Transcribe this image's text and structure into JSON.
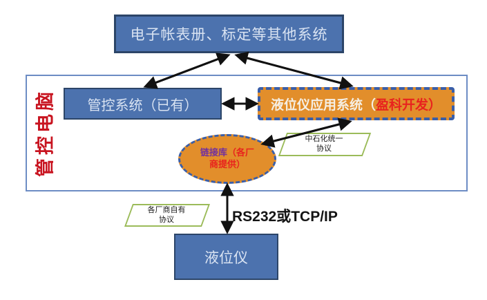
{
  "nodes": {
    "top_system": "电子帐表册、标定等其他系统",
    "computer_label": "管控电脑",
    "control_system": "管控系统（已有）",
    "app_system_prefix": "液位仪应用系统（",
    "app_system_highlight": "盈科开发）",
    "library_name": "链接库",
    "library_note_line1": "（各厂",
    "library_note_line2": "商提供）",
    "protocol_unified_line1": "中石化统一",
    "protocol_unified_line2": "协议",
    "protocol_vendor_line1": "各厂商自有",
    "protocol_vendor_line2": "协议",
    "gauge": "液位仪",
    "connection": "RS232或TCP/IP"
  },
  "colors": {
    "box_blue_fill": "#4C72AE",
    "box_blue_border": "#2C4568",
    "outer_rect_border": "#6C8CC4",
    "orange_fill": "#E28E2B",
    "dashed_blue_border": "#3A5EA8",
    "green_border": "#9BBB59",
    "highlight_red": "#E8231E",
    "vertical_label_red": "#C81420",
    "library_purple": "#7030A0",
    "arrow_black": "#111111"
  }
}
